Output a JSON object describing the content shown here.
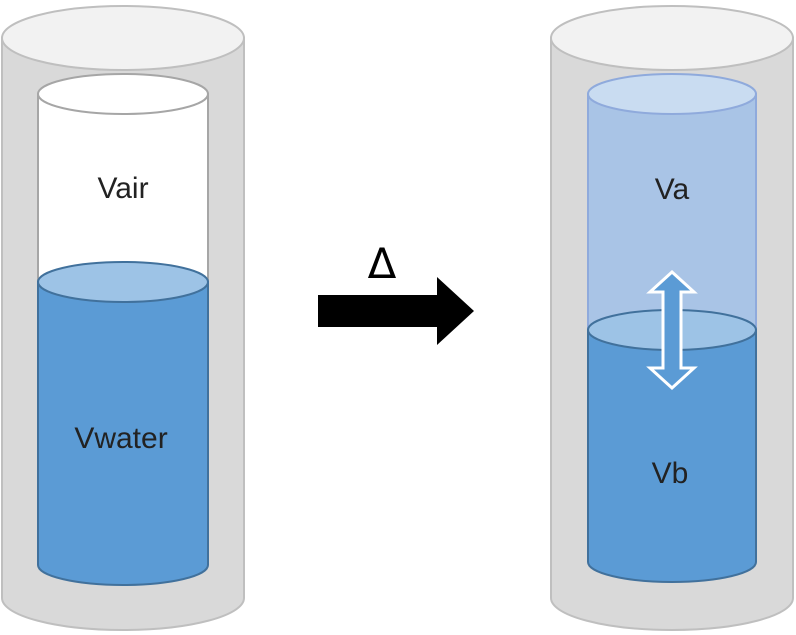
{
  "labels": {
    "left_top": "Vair",
    "left_bottom": "Vwater",
    "process_symbol": "Δ",
    "right_top": "Va",
    "right_bottom": "Vb"
  },
  "colors": {
    "outer_cylinder": "#d9d9d9",
    "outer_top": "#f2f2f2",
    "outer_edge": "#bfbfbf",
    "water": "#5b9bd5",
    "water_surface": "#9dc3e6",
    "water_edge": "#41719c",
    "gas_fill": "#a9c4e6",
    "gas_top": "#c9dcf1",
    "air_fill": "#ffffff",
    "arrow": "#000000"
  }
}
